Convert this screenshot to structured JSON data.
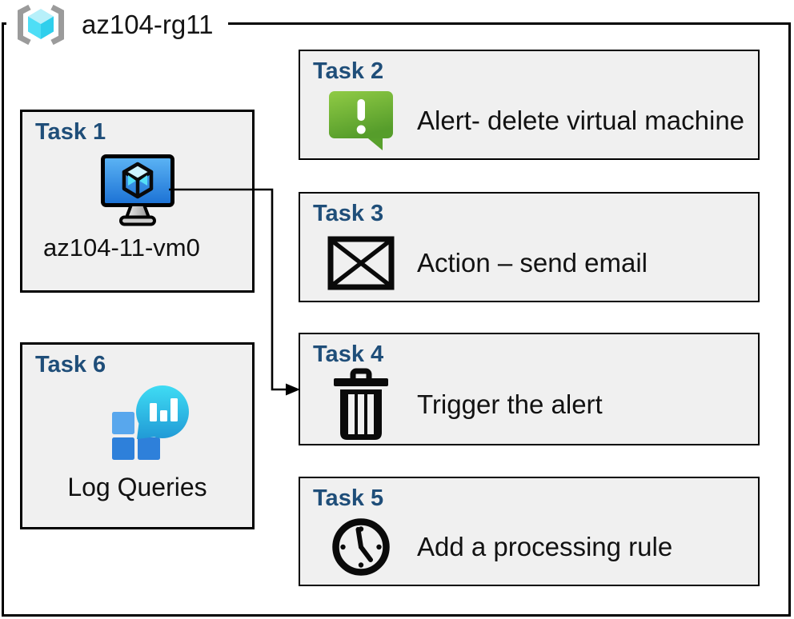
{
  "resource_group": {
    "name": "az104-rg11",
    "icon": "resource-group-icon"
  },
  "tasks": [
    {
      "title": "Task 1",
      "label": "az104-11-vm0",
      "icon": "virtual-machine-icon"
    },
    {
      "title": "Task 2",
      "label": "Alert- delete virtual machine",
      "icon": "alert-message-icon"
    },
    {
      "title": "Task 3",
      "label": "Action – send email",
      "icon": "email-envelope-icon"
    },
    {
      "title": "Task 4",
      "label": "Trigger the alert",
      "icon": "trash-icon"
    },
    {
      "title": "Task 5",
      "label": "Add a processing rule",
      "icon": "clock-icon"
    },
    {
      "title": "Task 6",
      "label": "Log Queries",
      "icon": "log-queries-icon"
    }
  ],
  "connection": {
    "from": "Task 1 virtual machine",
    "to": "Task 4"
  },
  "colors": {
    "task_title": "#1f4e79",
    "box_fill": "#f0f0f0",
    "box_border": "#000000",
    "alert_green_top": "#90cb45",
    "alert_green_bottom": "#569d2b",
    "vm_screen_top": "#5db5f5",
    "vm_screen_bottom": "#1a70d4",
    "cube_cyan_top": "#b7f0fa",
    "cube_cyan_left": "#4edef6",
    "cube_cyan_right": "#30cfec",
    "bracket_gray": "#9b9b9b",
    "log_bubble_top": "#3edaf3",
    "log_bubble_bottom": "#1f96d4",
    "log_square_light": "#58a7ed",
    "log_square_dark": "#2e80da"
  }
}
